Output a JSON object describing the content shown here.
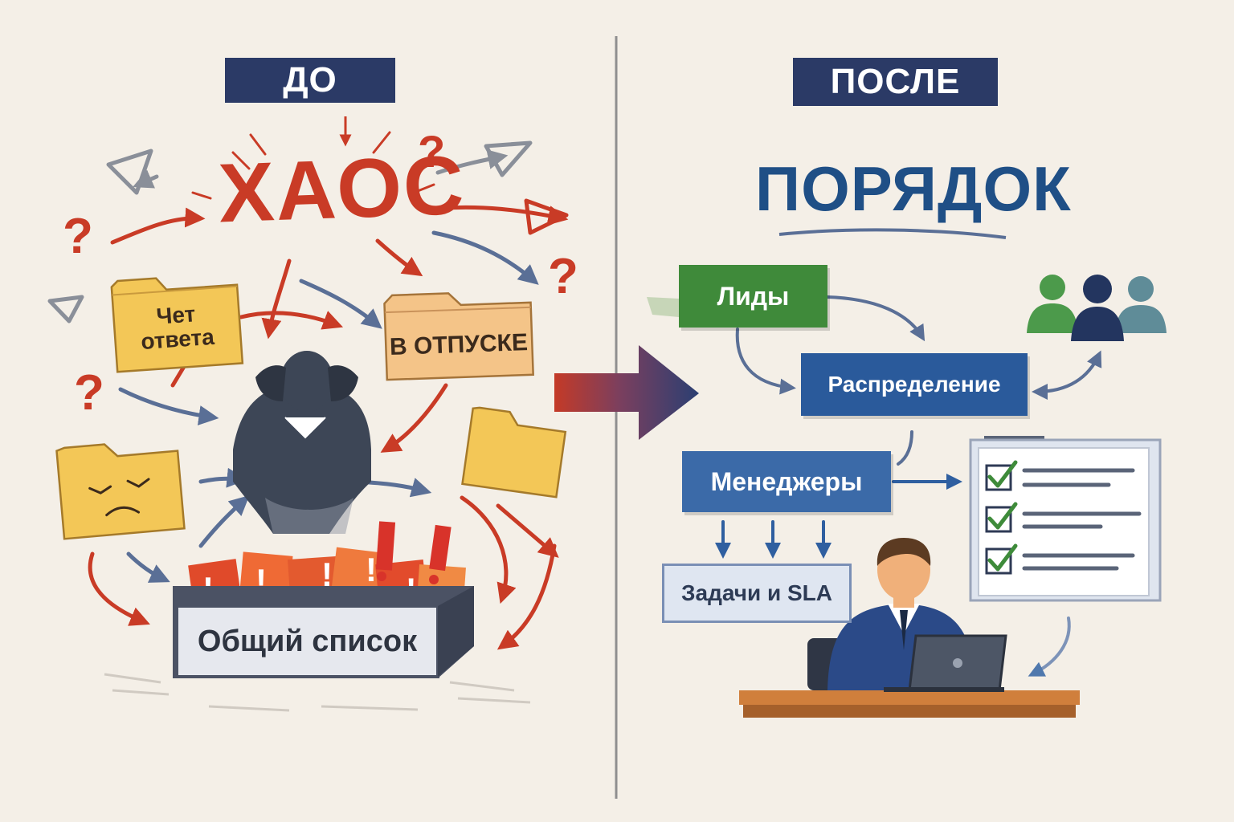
{
  "before": {
    "banner": "ДО",
    "title": "ХАОС",
    "folder_no_answer": "Чет ответа",
    "folder_vacation": "В ОТПУСКЕ",
    "shared_list": "Общий список"
  },
  "after": {
    "banner": "ПОСЛЕ",
    "title": "ПОРЯДОК",
    "leads": "Лиды",
    "distribution": "Распределение",
    "managers": "Менеджеры",
    "tasks_sla": "Задачи и SLA"
  },
  "colors": {
    "background": "#f4efe7",
    "banner": "#2b3a66",
    "chaos_red": "#c93b26",
    "order_blue": "#1f4f86",
    "leads_green": "#3f8a3a",
    "distribution_blue": "#2a5a9b",
    "managers_blue": "#3b6aa8",
    "check_green": "#3e8b3a",
    "folder_yellow": "#f3c757",
    "arrow_slate": "#5a6f96"
  },
  "icons": [
    "question-mark-icon",
    "folder-icon",
    "sad-face-icon",
    "exclamation-icon",
    "people-group-icon",
    "checklist-icon",
    "laptop-icon",
    "stressed-person-icon",
    "manager-person-icon"
  ]
}
